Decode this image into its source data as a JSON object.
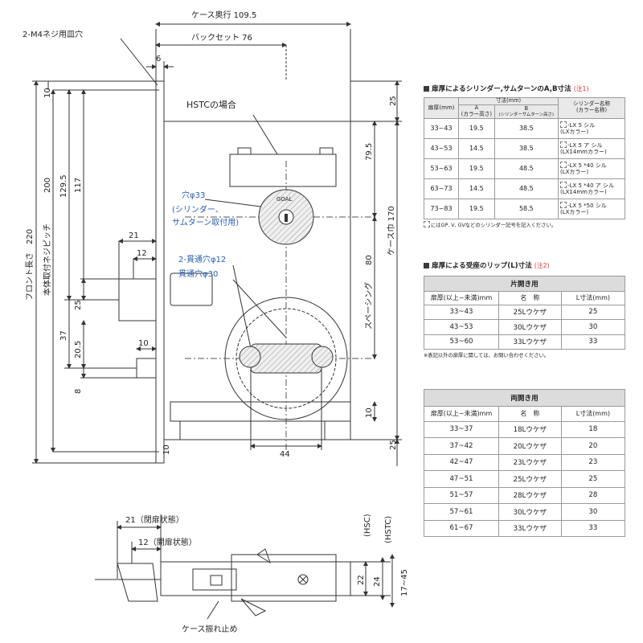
{
  "drawing": {
    "labels": {
      "case_depth": "ケース奥行 109.5",
      "backset": "バックセット 76",
      "screw_holes": "2-M4ネジ用皿穴",
      "dim_6": "6",
      "dim_10_top": "10",
      "dim_25_top": "25",
      "hstc_case": "HSTCの場合",
      "dim_79_5": "79.5",
      "hole_33": "穴φ33",
      "hole_33_note1": "(シリンダー、",
      "hole_33_note2": "サムターン取付用)",
      "case_width": "ケース巾 170",
      "dim_129_5": "129.5",
      "dim_117": "117",
      "dim_200": "200",
      "mount_pitch": "本体取付ネジピッチ",
      "front_length": "フロント長さ　220",
      "dim_21": "21",
      "dim_12": "12",
      "through_hole_12": "2-貫通穴φ12",
      "through_hole_30": "貫通穴φ30",
      "spacing": "スペーシング",
      "dim_80": "80",
      "dim_25_mid": "25",
      "dim_37": "37",
      "dim_20_5": "20.5",
      "dim_10_mid": "10",
      "dim_8": "8",
      "dim_10_low": "10",
      "dim_44": "44",
      "dim_10_bot": "10",
      "dim_25_bot": "25",
      "closed_state": "21（閉扉状態）",
      "open_state": "12（開扉状態）",
      "hsc": "(HSC)",
      "hstc": "(HSTC)",
      "dim_22": "22",
      "dim_24": "24",
      "dim_17_45": "17~45",
      "anti_rattle": "ケース振れ止め",
      "cyl_mark": "GOAL"
    }
  },
  "table_a": {
    "title": "扉厚によるシリンダー,サムターンのA,B寸法",
    "note": "(注1)",
    "headers": {
      "door": "扉厚(mm)",
      "dim": "寸法(mm)",
      "a": "A",
      "a_sub": "(カラー高さ)",
      "b": "B",
      "b_sub": "(シリンダーサムターン高さ)",
      "name": "シリンダー名称",
      "name_sub": "(カラー名称)"
    },
    "rows": [
      {
        "door": "33~43",
        "a": "19.5",
        "b": "38.5",
        "name1": "-LX 5 シル",
        "name2": "(LXカラー)"
      },
      {
        "door": "43~53",
        "a": "14.5",
        "b": "38.5",
        "name1": "-LX 5 ア シル",
        "name2": "(LX14mmカラー)"
      },
      {
        "door": "53~63",
        "a": "19.5",
        "b": "48.5",
        "name1": "-LX 5 *40 シル",
        "name2": "(LXカラー)"
      },
      {
        "door": "63~73",
        "a": "14.5",
        "b": "48.5",
        "name1": "-LX 5 *40 ア シル",
        "name2": "(LX14mmカラー)"
      },
      {
        "door": "73~83",
        "a": "19.5",
        "b": "58.5",
        "name1": "-LX 5 *50 シル",
        "name2": "(LXカラー)"
      }
    ],
    "footnote": "にはGP, V, GVなどのシリンダー記号を記入ください。"
  },
  "table_b": {
    "title": "扉厚による受座のリップ(L)寸法",
    "note": "(注2)",
    "heading": "片開き用",
    "headers": {
      "door": "扉厚(以上~未満)mm",
      "name": "名　称",
      "l": "L寸法(mm)"
    },
    "rows": [
      {
        "door": "33~43",
        "name": "25Lウケザ",
        "l": "25"
      },
      {
        "door": "43~53",
        "name": "30Lウケザ",
        "l": "30"
      },
      {
        "door": "53~60",
        "name": "33Lウケザ",
        "l": "33"
      }
    ],
    "footnote": "※表記以外の扉厚に関しては、お問い合わせください。"
  },
  "table_c": {
    "heading": "両開き用",
    "headers": {
      "door": "扉厚(以上~未満)mm",
      "name": "名　称",
      "l": "L寸法(mm)"
    },
    "rows": [
      {
        "door": "33~37",
        "name": "18Lウケザ",
        "l": "18"
      },
      {
        "door": "37~42",
        "name": "20Lウケザ",
        "l": "20"
      },
      {
        "door": "42~47",
        "name": "23Lウケザ",
        "l": "23"
      },
      {
        "door": "47~51",
        "name": "25Lウケザ",
        "l": "25"
      },
      {
        "door": "51~57",
        "name": "28Lウケザ",
        "l": "28"
      },
      {
        "door": "57~61",
        "name": "30Lウケザ",
        "l": "30"
      },
      {
        "door": "61~67",
        "name": "33Lウケザ",
        "l": "33"
      }
    ]
  },
  "colors": {
    "line": "#333333",
    "blue": "#2a5db0",
    "hatch_fill": "#eeeeee",
    "note_red": "#d4352b"
  }
}
